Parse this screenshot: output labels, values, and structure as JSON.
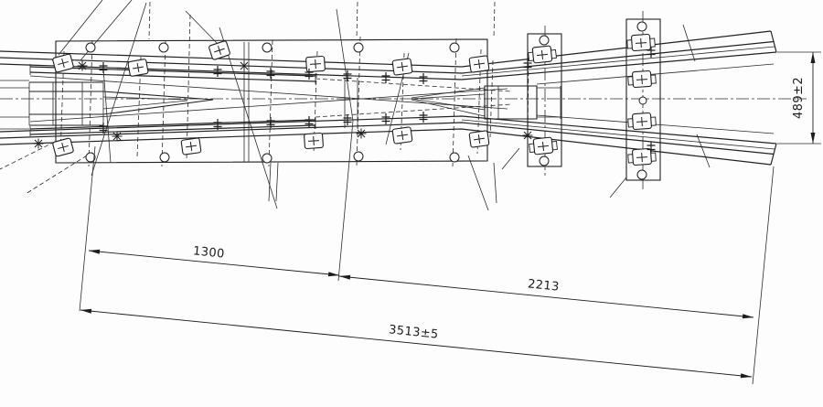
{
  "drawing": {
    "dimensions": {
      "d1300": "1300",
      "d2213": "2213",
      "total": "3513±5",
      "end_gauge": "489±2"
    }
  }
}
